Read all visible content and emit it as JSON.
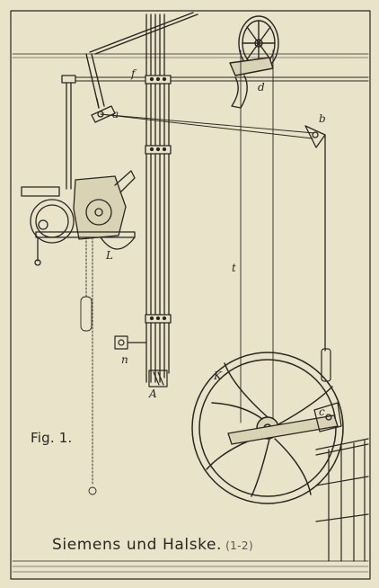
{
  "figure": {
    "label": "Fig. 1.",
    "caption_main": "Siemens und Halske.",
    "caption_sub": "(1-2)"
  },
  "parts": {
    "a": "a",
    "b": "b",
    "c": "c",
    "d": "d",
    "f": "f",
    "t": "t",
    "n": "n",
    "A": "A",
    "K": "K",
    "L": "L"
  },
  "colors": {
    "paper": "#e9e3c9",
    "ink": "#2a2620"
  }
}
